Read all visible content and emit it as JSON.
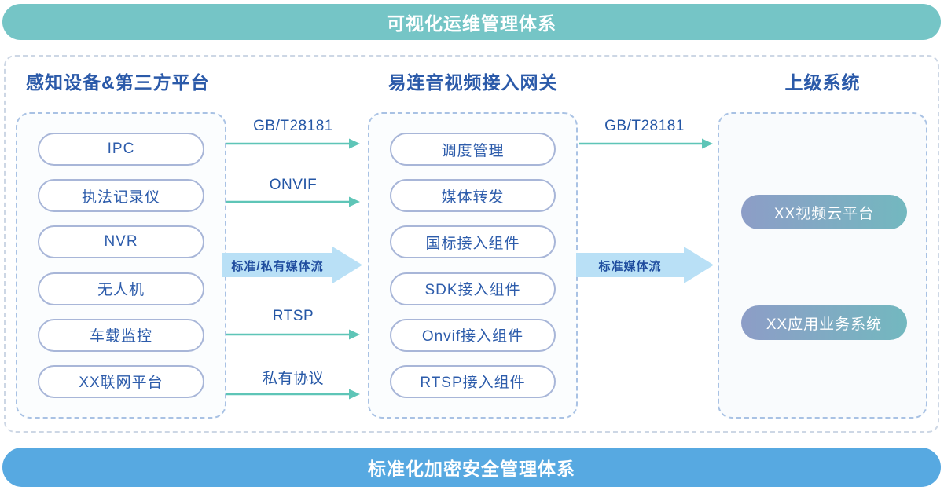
{
  "banners": {
    "top": "可视化运维管理体系",
    "bottom": "标准化加密安全管理体系"
  },
  "columns": {
    "devices": {
      "title": "感知设备&第三方平台",
      "items": [
        "IPC",
        "执法记录仪",
        "NVR",
        "无人机",
        "车载监控",
        "XX联网平台"
      ]
    },
    "gateway": {
      "title": "易连音视频接入网关",
      "items": [
        "调度管理",
        "媒体转发",
        "国标接入组件",
        "SDK接入组件",
        "Onvif接入组件",
        "RTSP接入组件"
      ]
    },
    "upper": {
      "title": "上级系统",
      "items": [
        "XX视频云平台",
        "XX应用业务系统"
      ]
    }
  },
  "flows": {
    "left_to_gateway": [
      {
        "label": "GB/T28181",
        "type": "thin"
      },
      {
        "label": "ONVIF",
        "type": "thin"
      },
      {
        "label": "标准/私有媒体流",
        "type": "wide"
      },
      {
        "label": "RTSP",
        "type": "thin"
      },
      {
        "label": "私有协议",
        "type": "thin"
      }
    ],
    "gateway_to_upper": [
      {
        "label": "GB/T28181",
        "type": "thin"
      },
      {
        "label": "标准媒体流",
        "type": "wide"
      }
    ]
  },
  "colors": {
    "top_banner": "#75c5c6",
    "bottom_banner": "#57a9e1",
    "heading_text": "#2b5aa9",
    "pill_text": "#2d5cab",
    "pill_border": "#a8b6d8",
    "group_dash_border": "#a9c2e4",
    "outer_dash_border": "#cdd7e5",
    "thin_arrow": "#5ec5b7",
    "wide_arrow_fill": "#b9e0f6",
    "gradient_pill_from": "#8d9dc7",
    "gradient_pill_to": "#73b8bf"
  }
}
